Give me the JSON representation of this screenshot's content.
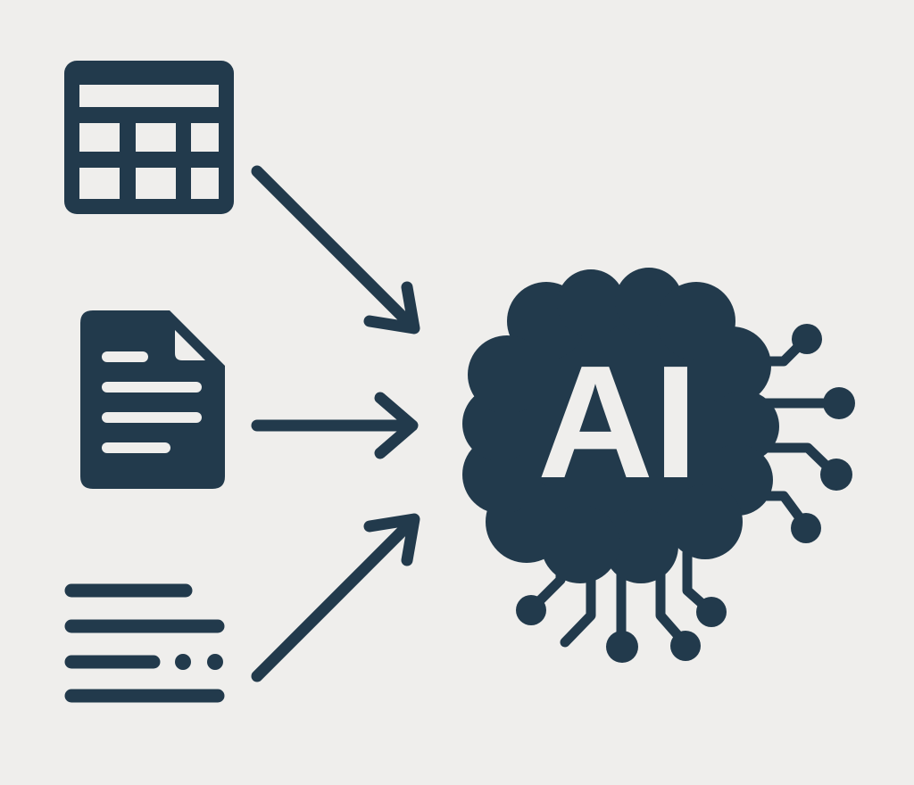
{
  "diagram": {
    "center_label": "AI",
    "inputs": [
      "table-data",
      "document",
      "text-list"
    ],
    "colors": {
      "ink": "#223a4c",
      "background": "#efeeec"
    }
  }
}
